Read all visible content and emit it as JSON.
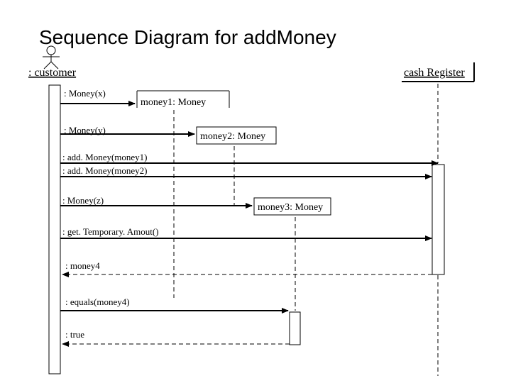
{
  "diagram": {
    "title": "Sequence Diagram for addMoney",
    "actor": {
      "label": ": customer",
      "icon": "stick-figure-icon"
    },
    "objects": {
      "cash_register": "cash Register",
      "money1": "money1: Money",
      "money2": "money2: Money",
      "money3": "money3: Money"
    },
    "messages": [
      {
        "label": ": Money(x)"
      },
      {
        "label": ": Money(y)"
      },
      {
        "label": ": add. Money(money1)"
      },
      {
        "label": ": add. Money(money2)"
      },
      {
        "label": ": Money(z)"
      },
      {
        "label": ": get. Temporary. Amout()"
      },
      {
        "label": ": money4"
      },
      {
        "label": ": equals(money4)"
      },
      {
        "label": ": true"
      }
    ]
  }
}
